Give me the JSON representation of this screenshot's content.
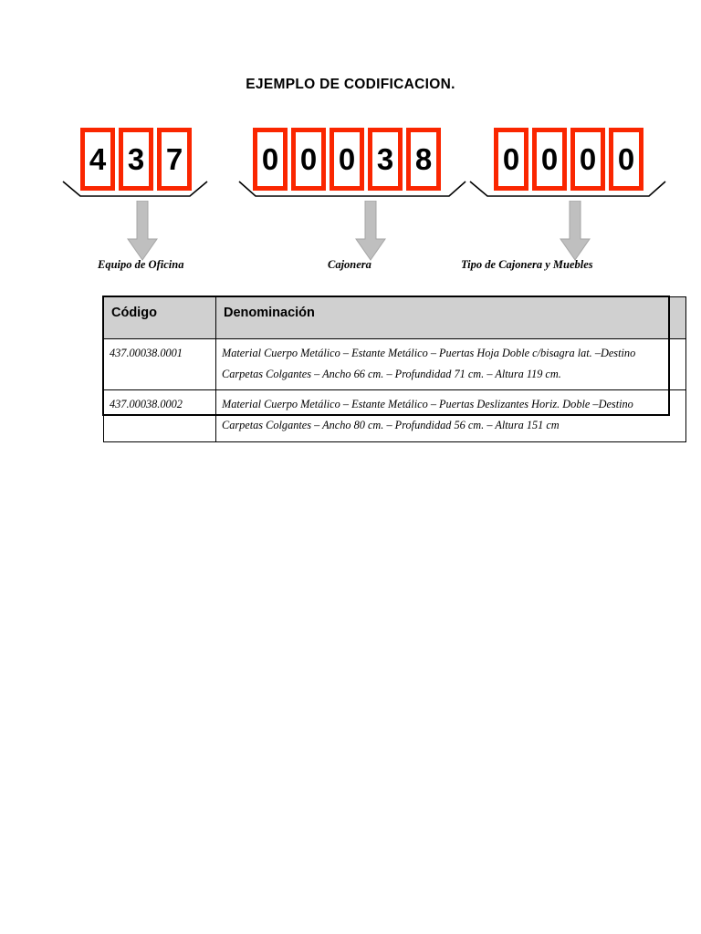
{
  "document": {
    "title": "EJEMPLO DE CODIFICACION."
  },
  "code_diagram": {
    "groups": [
      {
        "name": "equipo-de-oficina",
        "digits": [
          "4",
          "3",
          "7"
        ],
        "label": "Equipo de Oficina"
      },
      {
        "name": "cajonera",
        "digits": [
          "0",
          "0",
          "0",
          "3",
          "8"
        ],
        "label": "Cajonera"
      },
      {
        "name": "tipo-de-cajonera-y-muebles",
        "digits": [
          "0",
          "0",
          "0",
          "0"
        ],
        "label": "Tipo de Cajonera y Muebles"
      }
    ],
    "colors": {
      "digit_box_border": "#fa2600",
      "arrow_fill": "#bfbfbf",
      "arrow_stroke": "#a6a6a6",
      "bracket_stroke": "#000000"
    }
  },
  "table": {
    "headers": [
      "Código",
      "Denominación"
    ],
    "rows": [
      {
        "codigo": "437.00038.0001",
        "denominacion_line1": "Material Cuerpo Metálico – Estante Metálico – Puertas Hoja Doble c/bisagra lat. –Destino",
        "denominacion_line2": "Carpetas Colgantes – Ancho 66 cm. – Profundidad 71 cm. – Altura 119 cm."
      },
      {
        "codigo": "437.00038.0002",
        "denominacion_line1": "Material Cuerpo Metálico – Estante Metálico – Puertas Deslizantes Horiz. Doble –Destino",
        "denominacion_line2": "Carpetas Colgantes – Ancho 80 cm. – Profundidad 56 cm. – Altura 151 cm"
      }
    ],
    "colors": {
      "header_background": "#d0d0d0",
      "border": "#000000"
    }
  }
}
